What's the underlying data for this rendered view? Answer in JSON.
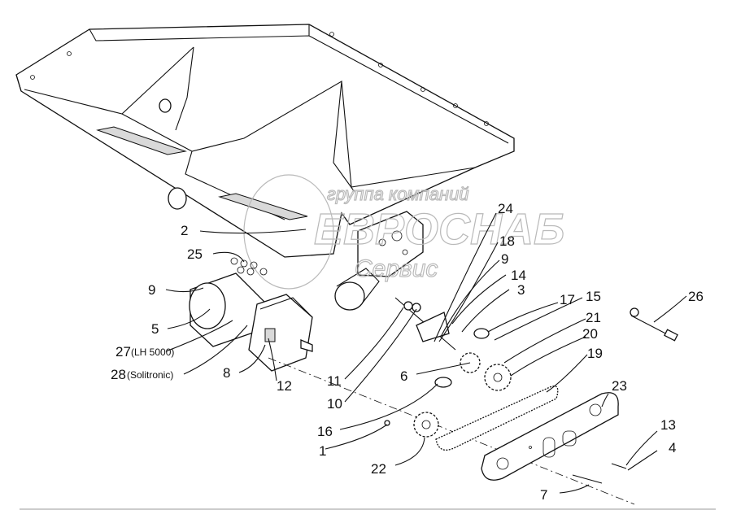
{
  "watermark": {
    "line1": "группа компаний",
    "line2": "ЕВРОСНАБ",
    "line3": "Сервис"
  },
  "callouts": [
    {
      "id": "c2",
      "text": "2"
    },
    {
      "id": "c25",
      "text": "25"
    },
    {
      "id": "c9a",
      "text": "9"
    },
    {
      "id": "c5",
      "text": "5"
    },
    {
      "id": "c27",
      "text": "27",
      "suffix": "(LH 5000)"
    },
    {
      "id": "c28",
      "text": "28",
      "suffix": "(Solitronic)"
    },
    {
      "id": "c8",
      "text": "8"
    },
    {
      "id": "c12",
      "text": "12"
    },
    {
      "id": "c11",
      "text": "11"
    },
    {
      "id": "c10",
      "text": "10"
    },
    {
      "id": "c24",
      "text": "24"
    },
    {
      "id": "c18",
      "text": "18"
    },
    {
      "id": "c9b",
      "text": "9"
    },
    {
      "id": "c14",
      "text": "14"
    },
    {
      "id": "c3",
      "text": "3"
    },
    {
      "id": "c17",
      "text": "17"
    },
    {
      "id": "c15",
      "text": "15"
    },
    {
      "id": "c21",
      "text": "21"
    },
    {
      "id": "c20",
      "text": "20"
    },
    {
      "id": "c19",
      "text": "19"
    },
    {
      "id": "c6",
      "text": "6"
    },
    {
      "id": "c16",
      "text": "16"
    },
    {
      "id": "c1",
      "text": "1"
    },
    {
      "id": "c22",
      "text": "22"
    },
    {
      "id": "c23",
      "text": "23"
    },
    {
      "id": "c13",
      "text": "13"
    },
    {
      "id": "c4",
      "text": "4"
    },
    {
      "id": "c7",
      "text": "7"
    },
    {
      "id": "c26",
      "text": "26"
    }
  ]
}
